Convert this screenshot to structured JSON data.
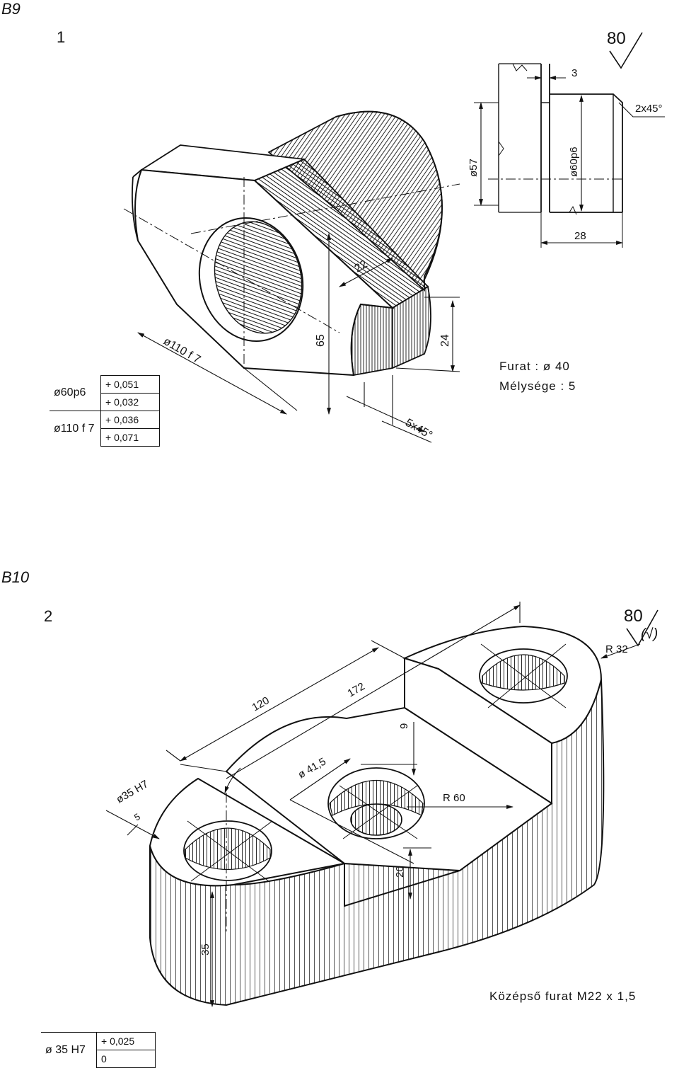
{
  "b9": {
    "section_label": "B9",
    "drawing_number": "1",
    "surface_finish": "80",
    "dims": {
      "d110": "ø110 f 7",
      "d65": "65",
      "d22": "22",
      "d24": "24",
      "chamfer": "5x45°",
      "d3": "3",
      "d57": "ø57",
      "d60": "ø60p6",
      "d28": "28",
      "chamfer2": "2x45°"
    },
    "note": {
      "line1": "Furat : ø 40",
      "line2": "Mélysége : 5"
    },
    "tolerance": [
      {
        "label": "ø60p6",
        "upper": "+ 0,051",
        "lower": "+ 0,032"
      },
      {
        "label": "ø110 f 7",
        "upper": "+ 0,036",
        "lower": "+ 0,071"
      }
    ]
  },
  "b10": {
    "section_label": "B10",
    "drawing_number": "2",
    "surface_finish": "80",
    "surface_finish_extra": "(√)",
    "dims": {
      "d120": "120",
      "d172": "172",
      "d9": "9",
      "d415": "ø 41,5",
      "r60": "R 60",
      "r32": "R 32",
      "d35h7": "ø35 H7",
      "d5": "5",
      "d20": "20",
      "d35": "35"
    },
    "note": "Középső furat M22 x 1,5",
    "tolerance": [
      {
        "label": "ø 35 H7",
        "upper": "+ 0,025",
        "lower": "0"
      }
    ]
  }
}
